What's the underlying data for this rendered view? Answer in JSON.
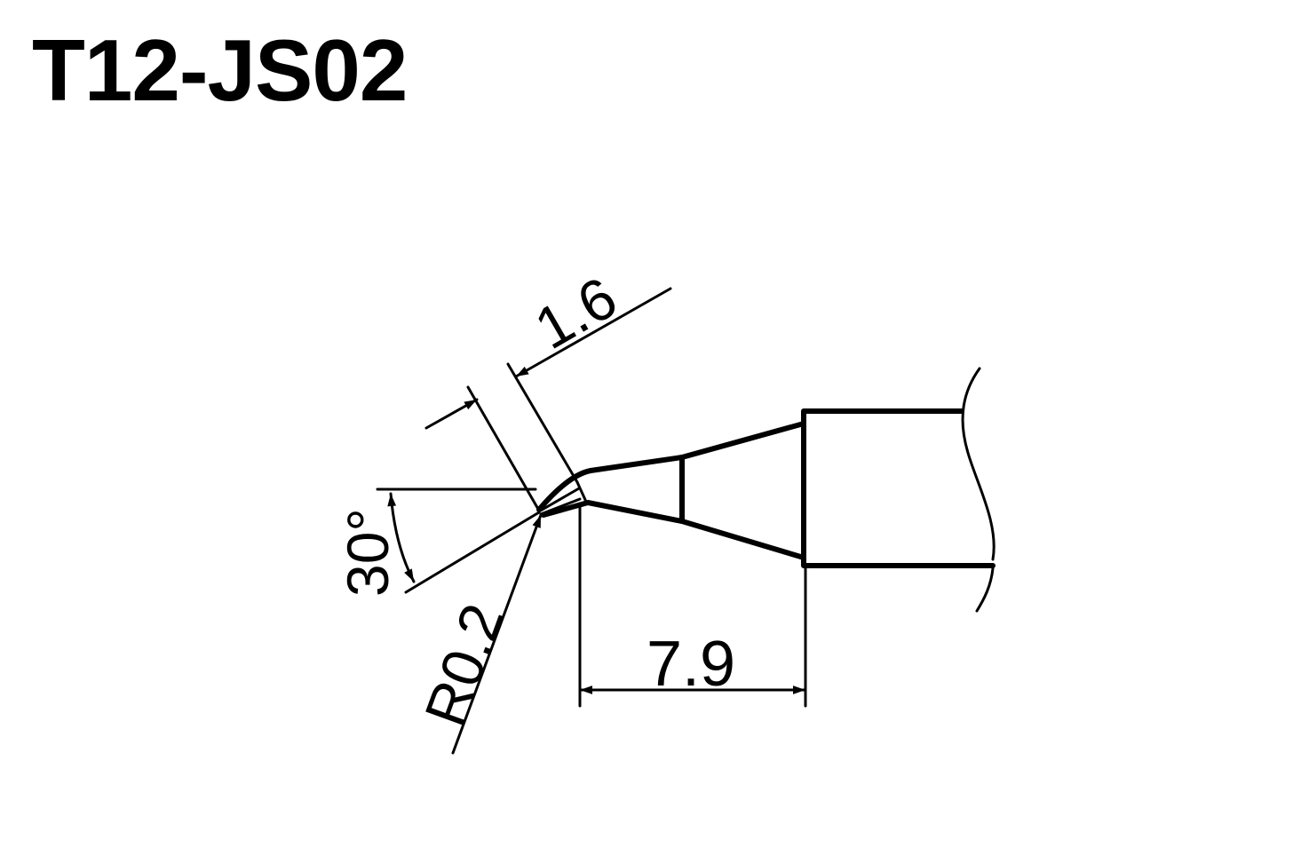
{
  "title": "T12-JS02",
  "dimensions": {
    "width_tip": "1.6",
    "angle": "30°",
    "radius": "R0.2",
    "length": "7.9"
  },
  "colors": {
    "line": "#000000",
    "background": "#ffffff"
  }
}
